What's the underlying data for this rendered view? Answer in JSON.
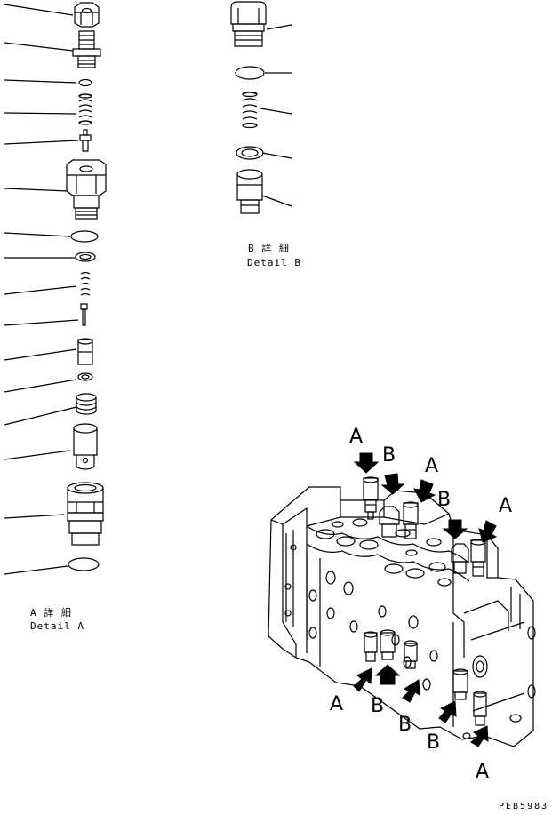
{
  "detail_a": {
    "caption_jp": "A 詳 細",
    "caption_en": "Detail A"
  },
  "detail_b": {
    "caption_jp": "B 詳 細",
    "caption_en": "Detail B"
  },
  "assembly_labels": [
    "A",
    "B",
    "A",
    "B",
    "A",
    "A",
    "B",
    "B",
    "B",
    "A"
  ],
  "drawing_code": "PEB5983"
}
